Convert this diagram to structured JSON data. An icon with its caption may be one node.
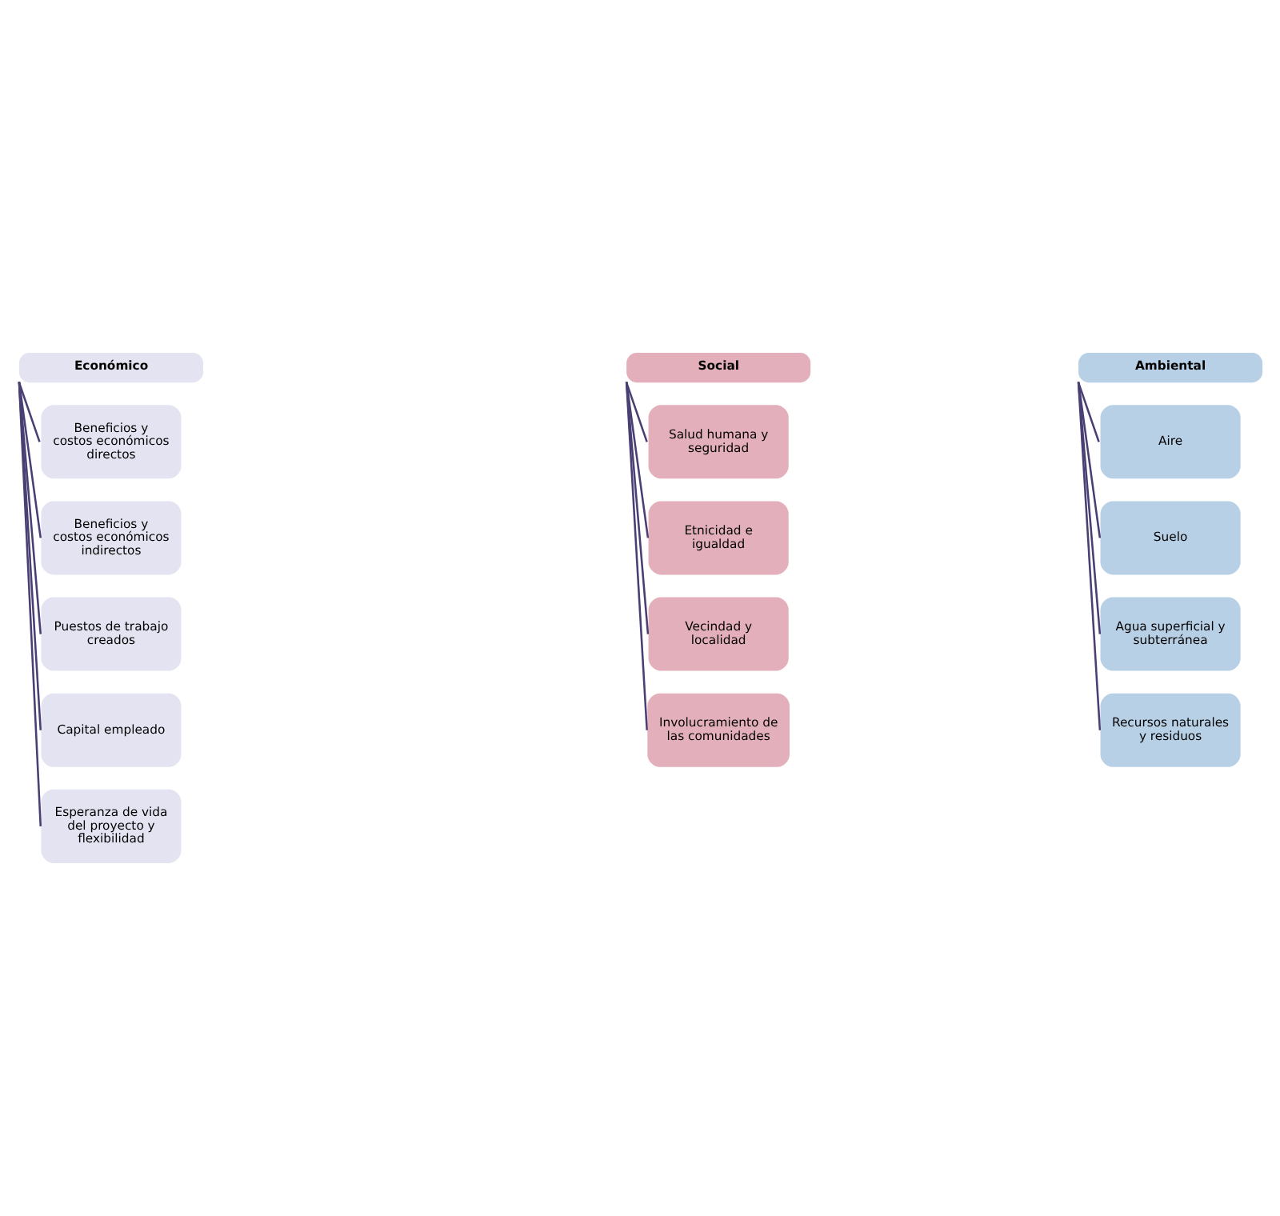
{
  "diagram": {
    "nodes": [
      {
        "text": [
          "Económico"
        ]
      },
      {
        "text": [
          "Beneficios y costos económicos directos"
        ]
      },
      {
        "text": [
          "Beneficios y costos económicos indirectos"
        ]
      },
      {
        "text": [
          "Puestos de trabajo creados"
        ]
      },
      {
        "text": [
          "Capital empleado"
        ]
      },
      {
        "text": [
          "Esperanza de vida del proyecto y flexibilidad"
        ]
      },
      {
        "text": [
          "Social"
        ]
      },
      {
        "text": [
          "Salud humana y seguridad"
        ]
      },
      {
        "text": [
          "Etnicidad e igualdad"
        ]
      },
      {
        "text": [
          "Vecindad y localidad"
        ]
      },
      {
        "text": [
          "Involucramiento de las comunidades"
        ]
      },
      {
        "text": [
          "Ambiental"
        ]
      },
      {
        "text": [
          "Aire"
        ]
      },
      {
        "text": [
          "Suelo"
        ]
      },
      {
        "text": [
          "Agua superficial y subterránea"
        ]
      },
      {
        "text": [
          "Recursos naturales y residuos"
        ]
      }
    ],
    "edges": [
      {
        "from": 0,
        "to": 1,
        "arrow": "none"
      },
      {
        "from": 0,
        "to": 2,
        "arrow": "none"
      },
      {
        "from": 0,
        "to": 3,
        "arrow": "none"
      },
      {
        "from": 0,
        "to": 4,
        "arrow": "none"
      },
      {
        "from": 0,
        "to": 5,
        "arrow": "none"
      },
      {
        "from": 6,
        "to": 7,
        "arrow": "none"
      },
      {
        "from": 6,
        "to": 8,
        "arrow": "none"
      },
      {
        "from": 6,
        "to": 9,
        "arrow": "none"
      },
      {
        "from": 6,
        "to": 10,
        "arrow": "none"
      },
      {
        "from": 11,
        "to": 12,
        "arrow": "none"
      },
      {
        "from": 11,
        "to": 13,
        "arrow": "none"
      },
      {
        "from": 11,
        "to": 14,
        "arrow": "none"
      },
      {
        "from": 11,
        "to": 15,
        "arrow": "none"
      }
    ]
  }
}
